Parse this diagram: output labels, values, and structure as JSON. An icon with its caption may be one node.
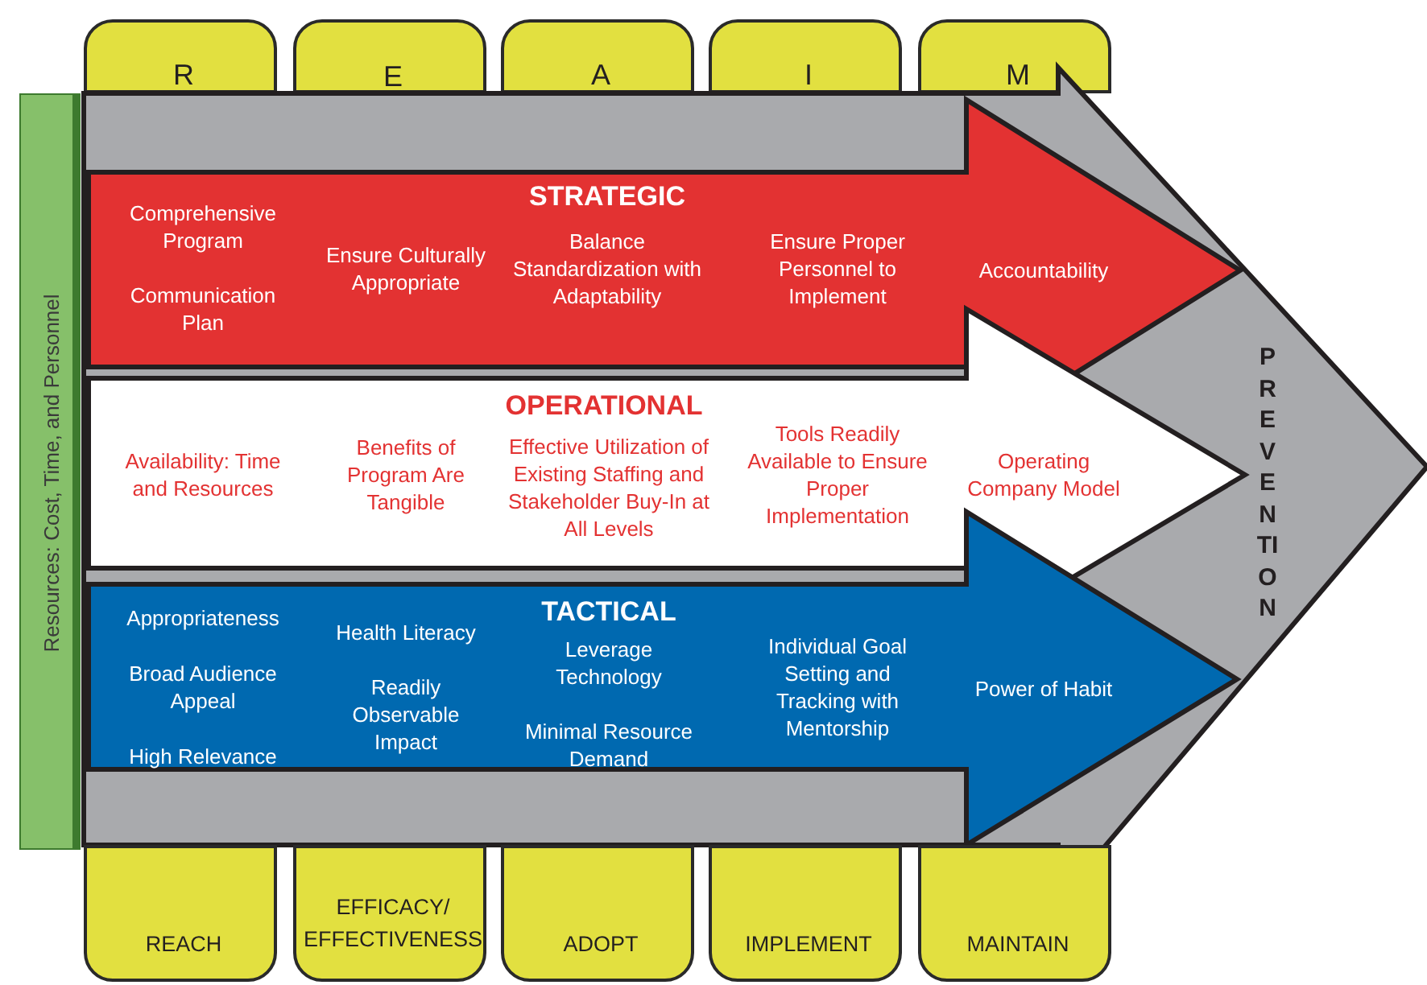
{
  "diagram": {
    "nodes": [
      {
        "text": [
          "R"
        ]
      },
      {
        "text": [
          "E"
        ]
      },
      {
        "text": [
          "A"
        ]
      },
      {
        "text": [
          "I"
        ]
      },
      {
        "text": [
          "M"
        ]
      },
      {
        "text": [
          "Resources: Cost, Time, and Personnel"
        ]
      },
      {
        "text": [
          "PREVENTION"
        ]
      },
      {
        "text": [
          "STRATEGIC",
          "Comprehensive Program",
          "Communication Plan",
          "Ensure Culturally Appropriate",
          "Balance Standardization with Adaptability",
          "Ensure Proper Personnel to Implement",
          "Accountability"
        ],
        "in": 6
      },
      {
        "text": [
          "OPERATIONAL",
          "Availability: Time and Resources",
          "Benefits of Program Are Tangible",
          "Effective Utilization of Existing Staffing and Stakeholder Buy-In at All Levels",
          "Tools Readily Available to Ensure Proper Implementation",
          "Operating Company Model"
        ],
        "in": 6
      },
      {
        "text": [
          "TACTICAL",
          "Appropriateness",
          "Broad Audience Appeal",
          "High Relevance",
          "Health Literacy",
          "Readily Observable Impact",
          "Leverage Technology",
          "Minimal Resource Demand",
          "Individual Goal Setting and Tracking with Mentorship",
          "Power of Habit"
        ],
        "in": 6
      },
      {
        "text": [
          "REACH"
        ]
      },
      {
        "text": [
          "EFFICACY/ EFFECTIVENESS"
        ]
      },
      {
        "text": [
          "ADOPT"
        ]
      },
      {
        "text": [
          "IMPLEMENT"
        ]
      },
      {
        "text": [
          "MAINTAIN"
        ]
      }
    ]
  }
}
